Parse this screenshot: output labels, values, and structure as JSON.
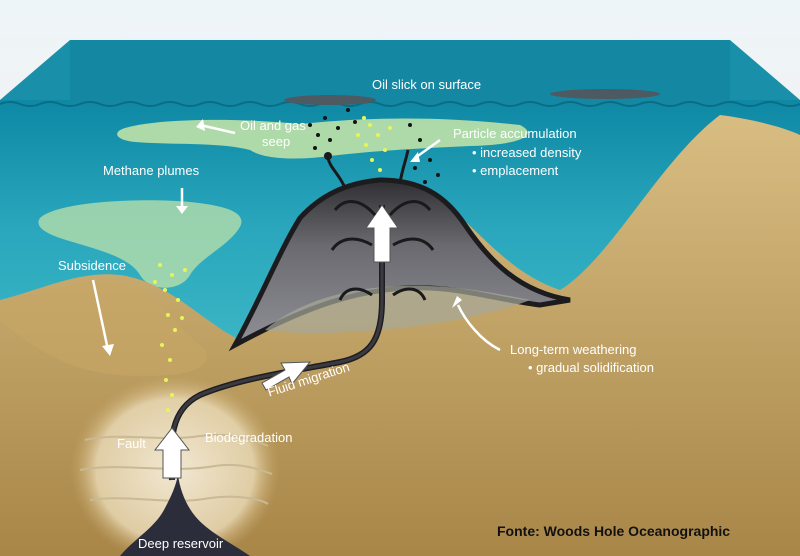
{
  "labels": {
    "oil_slick": "Oil slick on surface",
    "oil_gas_seep_1": "Oil and gas",
    "oil_gas_seep_2": "seep",
    "particle_accumulation": "Particle accumulation",
    "increased_density": "• increased density",
    "emplacement": "• emplacement",
    "methane_plumes": "Methane plumes",
    "subsidence": "Subsidence",
    "long_term_weathering": "Long-term weathering",
    "gradual_solidification": "• gradual solidification",
    "fluid_migration": "Fluid migration",
    "fault": "Fault",
    "biodegradation": "Biodegradation",
    "deep_reservoir": "Deep reservoir"
  },
  "credit": "Fonte: Woods Hole Oceanographic",
  "colors": {
    "water": "#2fa3b8",
    "water_deep": "#0f7f98",
    "sediment": "#c8a96a",
    "sediment_dark": "#8a6a3a",
    "mound": "#4a4a4e",
    "plume": "#c9e6a8",
    "bubbles": "#e6f55a"
  }
}
